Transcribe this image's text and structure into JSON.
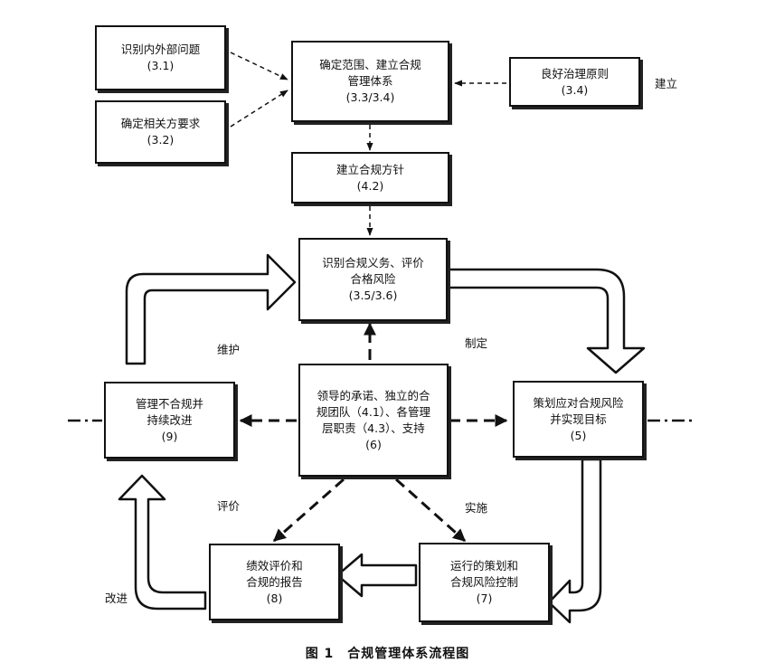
{
  "diagram": {
    "boxes": {
      "b31": {
        "line1": "识别内外部问题",
        "ref": "(3.1)"
      },
      "b32": {
        "line1": "确定相关方要求",
        "ref": "(3.2)"
      },
      "b33": {
        "line1": "确定范围、建立合规",
        "line2": "管理体系",
        "ref": "(3.3/3.4)"
      },
      "b34": {
        "line1": "良好治理原则",
        "ref": "(3.4)"
      },
      "b42": {
        "line1": "建立合规方针",
        "ref": "(4.2)"
      },
      "b35": {
        "line1": "识别合规义务、评价",
        "line2": "合格风险",
        "ref": "(3.5/3.6)"
      },
      "b6": {
        "line1": "领导的承诺、独立的合",
        "line2": "规团队（4.1）、各管理",
        "line3": "层职责（4.3）、支持",
        "ref": "(6)"
      },
      "b5": {
        "line1": "策划应对合规风险",
        "line2": "并实现目标",
        "ref": "(5)"
      },
      "b9": {
        "line1": "管理不合规并",
        "line2": "持续改进",
        "ref": "(9)"
      },
      "b7": {
        "line1": "运行的策划和",
        "line2": "合规风险控制",
        "ref": "(7)"
      },
      "b8": {
        "line1": "绩效评价和",
        "line2": "合规的报告",
        "ref": "(8)"
      }
    },
    "labels": {
      "jianli": "建立",
      "weihu": "维护",
      "zhiding": "制定",
      "pingjia": "评价",
      "shishi": "实施",
      "gaijin": "改进"
    },
    "caption": "图 1　合规管理体系流程图"
  }
}
